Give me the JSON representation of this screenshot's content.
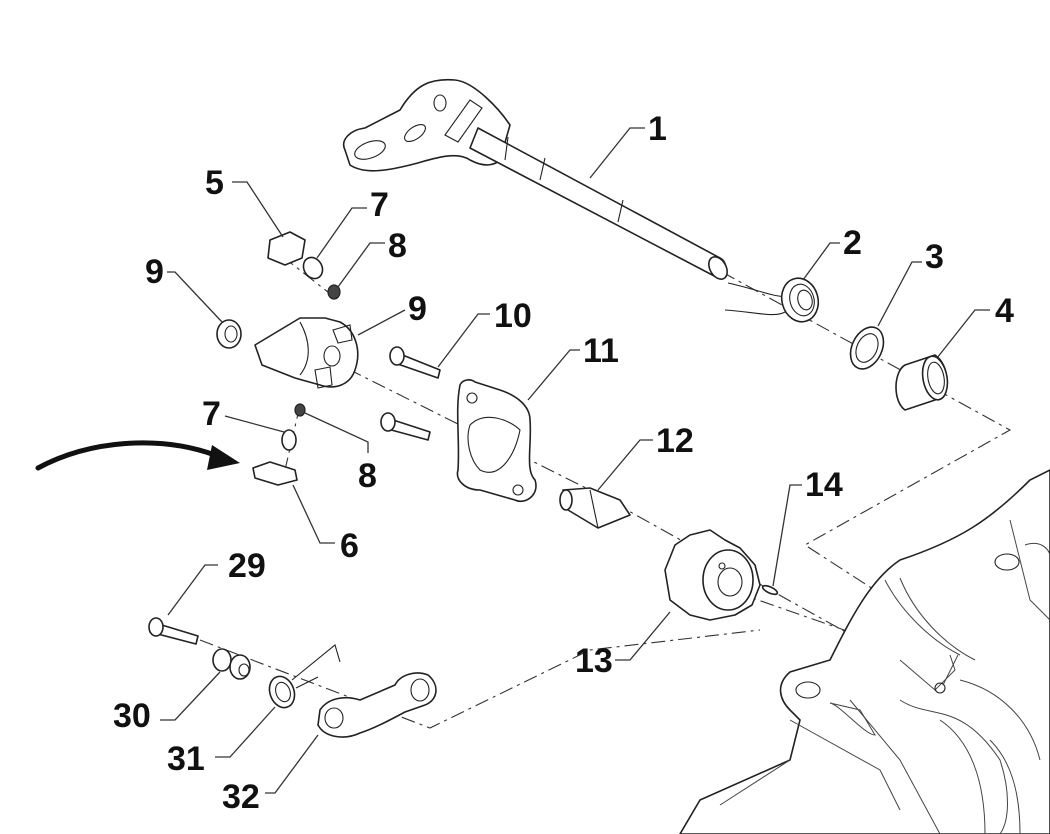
{
  "diagram": {
    "type": "exploded-parts-view",
    "description": "Gear shift shaft assembly exploded view",
    "callouts": [
      {
        "id": "c1",
        "label": "1",
        "part": "gear-shift-shaft"
      },
      {
        "id": "c2",
        "label": "2",
        "part": "return-spring"
      },
      {
        "id": "c3",
        "label": "3",
        "part": "washer"
      },
      {
        "id": "c4",
        "label": "4",
        "part": "bushing"
      },
      {
        "id": "c5",
        "label": "5",
        "part": "pawl-plate-upper"
      },
      {
        "id": "c6",
        "label": "6",
        "part": "pawl-plate-lower"
      },
      {
        "id": "c7a",
        "label": "7",
        "part": "pin-upper"
      },
      {
        "id": "c7b",
        "label": "7",
        "part": "pin-lower"
      },
      {
        "id": "c8a",
        "label": "8",
        "part": "spring-upper"
      },
      {
        "id": "c8b",
        "label": "8",
        "part": "spring-lower"
      },
      {
        "id": "c9a",
        "label": "9",
        "part": "bearing-ring"
      },
      {
        "id": "c9b",
        "label": "9",
        "part": "shift-pawl-carrier"
      },
      {
        "id": "c10",
        "label": "10",
        "part": "screw-pair"
      },
      {
        "id": "c11",
        "label": "11",
        "part": "guide-plate"
      },
      {
        "id": "c12",
        "label": "12",
        "part": "stud-bolt"
      },
      {
        "id": "c13",
        "label": "13",
        "part": "shift-drum-cam"
      },
      {
        "id": "c14",
        "label": "14",
        "part": "dowel-pin"
      },
      {
        "id": "c29",
        "label": "29",
        "part": "screw"
      },
      {
        "id": "c30",
        "label": "30",
        "part": "spacer-collar"
      },
      {
        "id": "c31",
        "label": "31",
        "part": "torsion-spring"
      },
      {
        "id": "c32",
        "label": "32",
        "part": "detent-lever"
      }
    ],
    "indicator": {
      "name": "attention-arrow",
      "points_to": "pawl-plate-lower"
    }
  }
}
